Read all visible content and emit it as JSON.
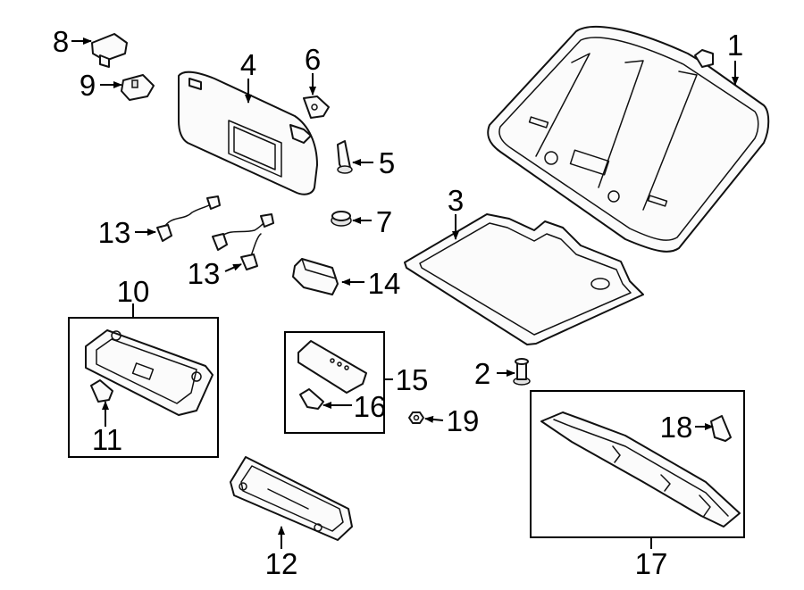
{
  "callouts": {
    "c1": "1",
    "c2": "2",
    "c3": "3",
    "c4": "4",
    "c5": "5",
    "c6": "6",
    "c7": "7",
    "c8": "8",
    "c9": "9",
    "c10": "10",
    "c11": "11",
    "c12": "12",
    "c13a": "13",
    "c13b": "13",
    "c14": "14",
    "c15": "15",
    "c16": "16",
    "c17": "17",
    "c18": "18",
    "c19": "19"
  }
}
